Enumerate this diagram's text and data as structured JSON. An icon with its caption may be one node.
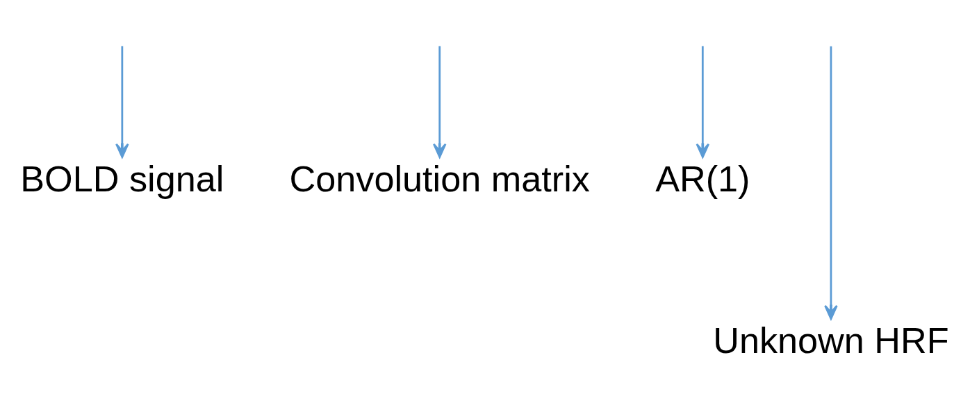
{
  "diagram": {
    "nodes": [
      {
        "text": [
          "BOLD signal"
        ]
      },
      {
        "text": [
          "Convolution matrix"
        ]
      },
      {
        "text": [
          "AR(1)"
        ]
      },
      {
        "text": [
          "Unknown HRF"
        ]
      }
    ],
    "edges": [
      {
        "from": null,
        "to": 0,
        "arrow": "to"
      },
      {
        "from": null,
        "to": 1,
        "arrow": "to"
      },
      {
        "from": null,
        "to": 3,
        "arrow": "to"
      },
      {
        "from": null,
        "to": 2,
        "arrow": "to"
      }
    ]
  }
}
